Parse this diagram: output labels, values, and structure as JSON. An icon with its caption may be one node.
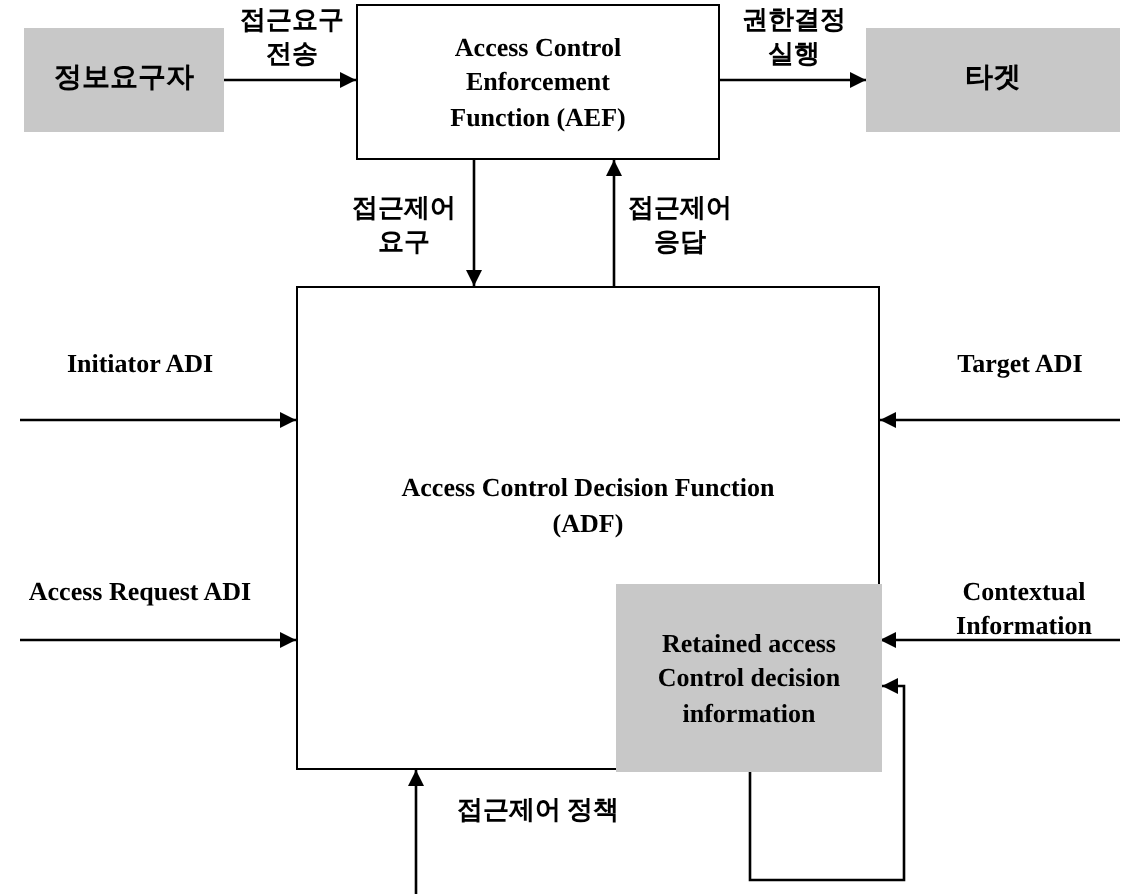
{
  "diagram": {
    "nodes": [
      {
        "text": [
          "정보요구자"
        ]
      },
      {
        "text": [
          "Access Control Enforcement Function (AEF)"
        ]
      },
      {
        "text": [
          "타겟"
        ]
      },
      {
        "text": [
          "Access Control Decision Function (ADF)"
        ]
      },
      {
        "text": [
          "Retained access Control decision information"
        ],
        "in": 3
      }
    ],
    "edges": [
      {
        "from": 0,
        "to": 1,
        "arrow": "to",
        "label": "접근요구 전송"
      },
      {
        "from": 1,
        "to": 2,
        "arrow": "to",
        "label": "권한결정 실행"
      },
      {
        "from": 1,
        "to": 3,
        "arrow": "to",
        "label": "접근제어 요구"
      },
      {
        "from": 3,
        "to": 1,
        "arrow": "to",
        "label": "접근제어 응답"
      },
      {
        "from": null,
        "to": 3,
        "arrow": "to",
        "label": "Initiator ADI"
      },
      {
        "from": null,
        "to": 3,
        "arrow": "to",
        "label": "Access Request ADI"
      },
      {
        "from": null,
        "to": 3,
        "arrow": "to",
        "label": "Target ADI"
      },
      {
        "from": null,
        "to": 3,
        "arrow": "to",
        "label": "Contextual Information"
      },
      {
        "from": null,
        "to": 3,
        "arrow": "to",
        "label": "접근제어 정책"
      },
      {
        "from": 3,
        "to": 4,
        "arrow": "to"
      }
    ]
  }
}
